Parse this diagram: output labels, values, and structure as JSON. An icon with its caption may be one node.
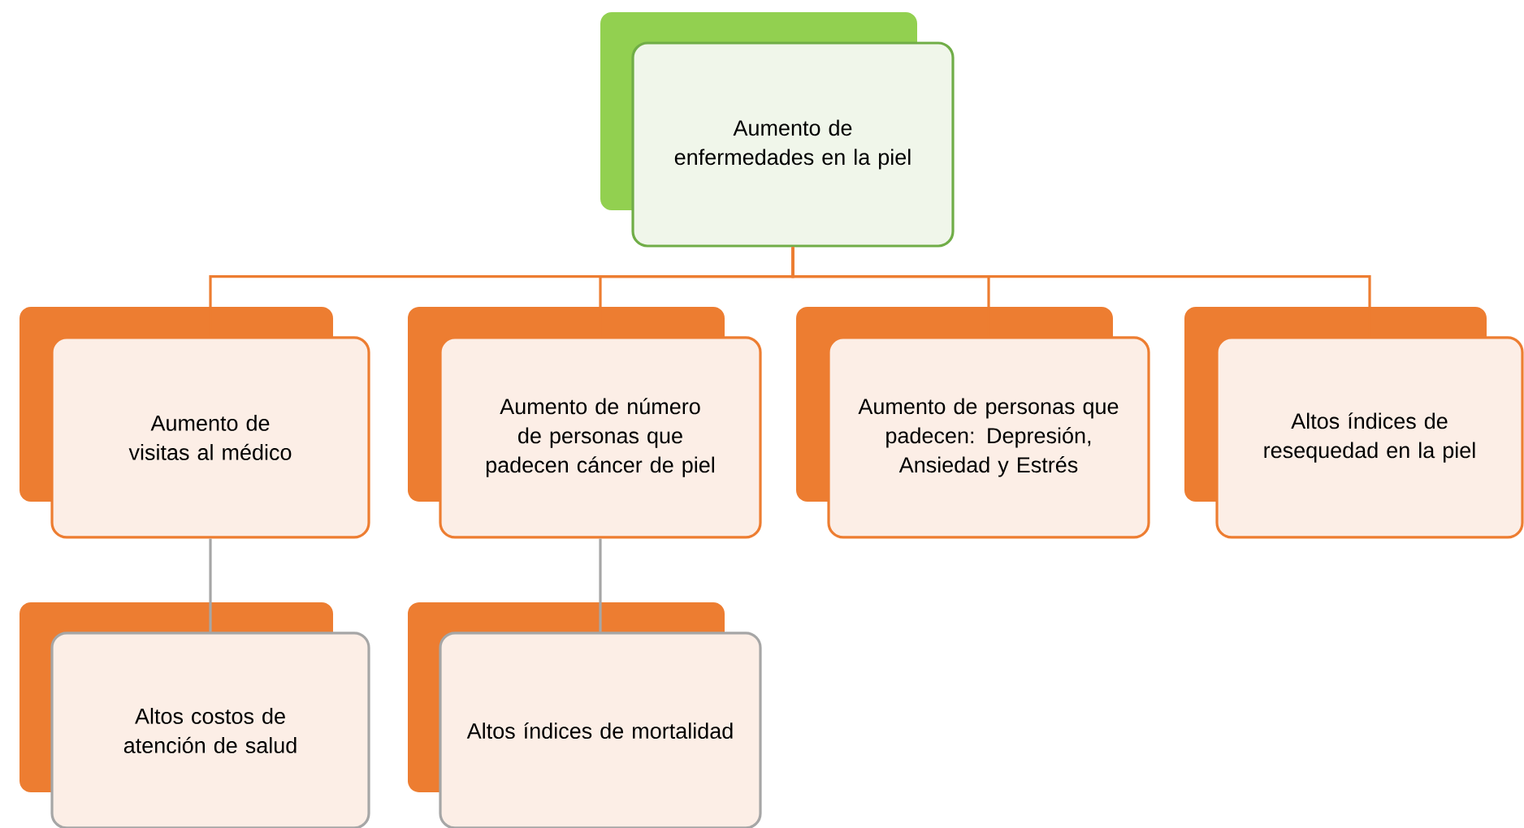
{
  "diagram": {
    "nodes": [
      {
        "text": [
          "Aumento de enfermedades en la piel"
        ]
      },
      {
        "text": [
          "Aumento de visitas al médico"
        ]
      },
      {
        "text": [
          "Aumento de número de personas que padecen cáncer de piel"
        ]
      },
      {
        "text": [
          "Aumento de personas que padecen: Depresión, Ansiedad y Estrés"
        ]
      },
      {
        "text": [
          "Altos índices de resequedad en la piel"
        ]
      },
      {
        "text": [
          "Altos costos de atención de salud"
        ]
      },
      {
        "text": [
          "Altos  índices de mortalidad"
        ]
      }
    ],
    "edges": [
      {
        "from": 0,
        "to": 1,
        "arrow": "none"
      },
      {
        "from": 0,
        "to": 2,
        "arrow": "none"
      },
      {
        "from": 0,
        "to": 3,
        "arrow": "none"
      },
      {
        "from": 0,
        "to": 4,
        "arrow": "none"
      },
      {
        "from": 1,
        "to": 5,
        "arrow": "none",
        "color": "#a6a6a6"
      },
      {
        "from": 2,
        "to": 6,
        "arrow": "none",
        "color": "#a6a6a6"
      }
    ]
  }
}
